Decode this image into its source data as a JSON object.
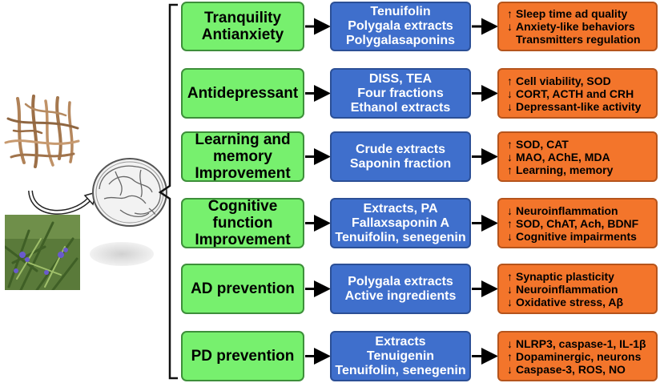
{
  "colors": {
    "category_fill": "#77f06e",
    "agent_fill": "#3f6fcc",
    "effect_fill": "#f3752b",
    "arrow": "#000000"
  },
  "images": {
    "roots": "dried-root-photo",
    "plant": "flowering-plant-photo",
    "brain": "brain-icon"
  },
  "rows": [
    {
      "category": [
        "Tranquility",
        "Antianxiety"
      ],
      "agents": [
        "Tenuifolin",
        "Polygala extracts",
        "Polygalasaponins"
      ],
      "effects": [
        {
          "arrow": "↑",
          "text": "Sleep time ad quality"
        },
        {
          "arrow": "↓",
          "text": "Anxiety-like behaviors"
        },
        {
          "arrow": "",
          "text": "Transmitters regulation"
        }
      ]
    },
    {
      "category": [
        "Antidepressant"
      ],
      "agents": [
        "DISS, TEA",
        "Four fractions",
        "Ethanol extracts"
      ],
      "effects": [
        {
          "arrow": "↑",
          "text": "Cell viability, SOD"
        },
        {
          "arrow": "↓",
          "text": "CORT, ACTH and CRH"
        },
        {
          "arrow": "↓",
          "text": "Depressant-like activity"
        }
      ]
    },
    {
      "category": [
        "Learning and",
        "memory",
        "Improvement"
      ],
      "agents": [
        "Crude extracts",
        "Saponin fraction"
      ],
      "effects": [
        {
          "arrow": "↑",
          "text": "SOD, CAT"
        },
        {
          "arrow": "↓",
          "text": "MAO, AChE, MDA"
        },
        {
          "arrow": "↑",
          "text": "Learning, memory"
        }
      ]
    },
    {
      "category": [
        "Cognitive",
        "function",
        "Improvement"
      ],
      "agents": [
        "Extracts, PA",
        "Fallaxsaponin A",
        "Tenuifolin, senegenin"
      ],
      "effects": [
        {
          "arrow": "↓",
          "text": "Neuroinflammation"
        },
        {
          "arrow": "↑",
          "text": "SOD, ChAT, Ach, BDNF"
        },
        {
          "arrow": "↓",
          "text": "Cognitive impairments"
        }
      ]
    },
    {
      "category": [
        "AD prevention"
      ],
      "agents": [
        "Polygala extracts",
        "Active ingredients"
      ],
      "effects": [
        {
          "arrow": "↑",
          "text": "Synaptic plasticity"
        },
        {
          "arrow": "↓",
          "text": "Neuroinflammation"
        },
        {
          "arrow": "↓",
          "text": "Oxidative stress, Aβ"
        }
      ]
    },
    {
      "category": [
        "PD prevention"
      ],
      "agents": [
        "Extracts",
        "Tenuigenin",
        "Tenuifolin, senegenin"
      ],
      "effects": [
        {
          "arrow": "↓",
          "text": "NLRP3, caspase-1, IL-1β"
        },
        {
          "arrow": "↑",
          "text": "Dopaminergic, neurons"
        },
        {
          "arrow": "↓",
          "text": "Caspase-3, ROS, NO"
        }
      ]
    }
  ]
}
